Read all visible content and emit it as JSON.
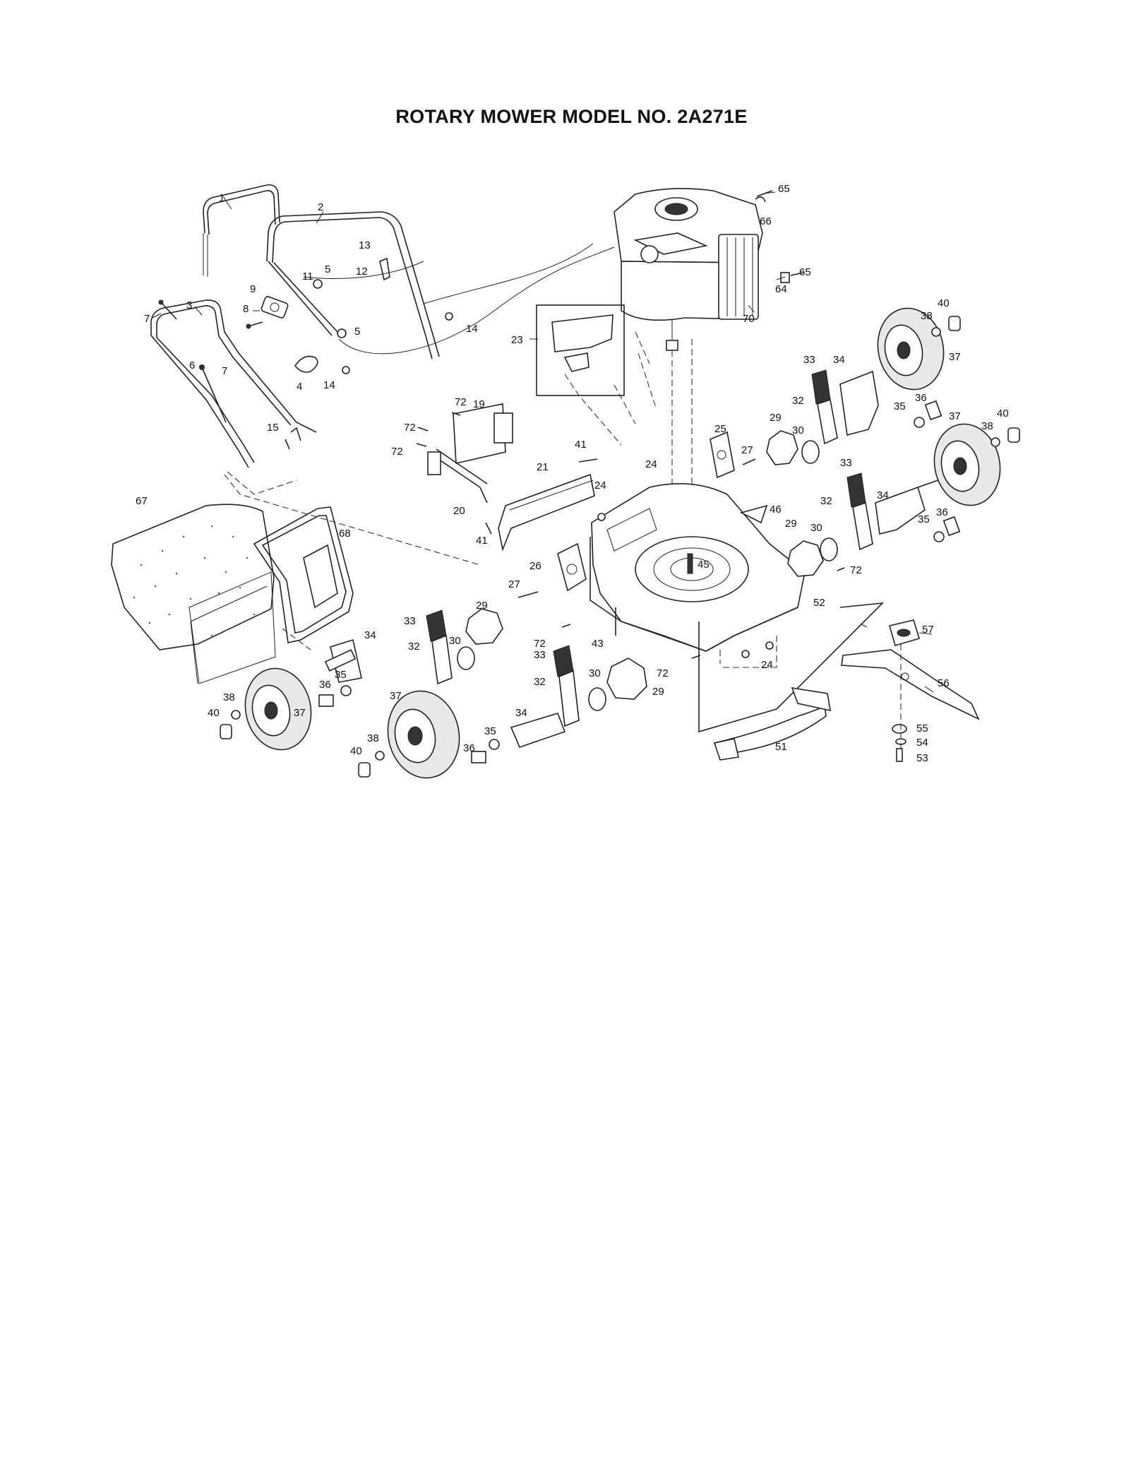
{
  "title": "ROTARY MOWER MODEL NO. 2A271E",
  "callouts": [
    {
      "id": "c1",
      "text": "1"
    },
    {
      "id": "c2",
      "text": "2"
    },
    {
      "id": "c3",
      "text": "3"
    },
    {
      "id": "c4",
      "text": "4"
    },
    {
      "id": "c5a",
      "text": "5"
    },
    {
      "id": "c5b",
      "text": "5"
    },
    {
      "id": "c6",
      "text": "6"
    },
    {
      "id": "c7a",
      "text": "7"
    },
    {
      "id": "c7b",
      "text": "7"
    },
    {
      "id": "c8",
      "text": "8"
    },
    {
      "id": "c9",
      "text": "9"
    },
    {
      "id": "c11",
      "text": "11"
    },
    {
      "id": "c12",
      "text": "12"
    },
    {
      "id": "c13",
      "text": "13"
    },
    {
      "id": "c14a",
      "text": "14"
    },
    {
      "id": "c14b",
      "text": "14"
    },
    {
      "id": "c15",
      "text": "15"
    },
    {
      "id": "c19",
      "text": "19"
    },
    {
      "id": "c20",
      "text": "20"
    },
    {
      "id": "c21",
      "text": "21"
    },
    {
      "id": "c23",
      "text": "23"
    },
    {
      "id": "c24a",
      "text": "24"
    },
    {
      "id": "c24b",
      "text": "24"
    },
    {
      "id": "c24c",
      "text": "24"
    },
    {
      "id": "c25",
      "text": "25"
    },
    {
      "id": "c26",
      "text": "26"
    },
    {
      "id": "c27a",
      "text": "27"
    },
    {
      "id": "c27b",
      "text": "27"
    },
    {
      "id": "c29a",
      "text": "29"
    },
    {
      "id": "c29b",
      "text": "29"
    },
    {
      "id": "c29c",
      "text": "29"
    },
    {
      "id": "c29d",
      "text": "29"
    },
    {
      "id": "c30a",
      "text": "30"
    },
    {
      "id": "c30b",
      "text": "30"
    },
    {
      "id": "c30c",
      "text": "30"
    },
    {
      "id": "c30d",
      "text": "30"
    },
    {
      "id": "c32a",
      "text": "32"
    },
    {
      "id": "c32b",
      "text": "32"
    },
    {
      "id": "c32c",
      "text": "32"
    },
    {
      "id": "c32d",
      "text": "32"
    },
    {
      "id": "c33a",
      "text": "33"
    },
    {
      "id": "c33b",
      "text": "33"
    },
    {
      "id": "c33c",
      "text": "33"
    },
    {
      "id": "c33d",
      "text": "33"
    },
    {
      "id": "c34a",
      "text": "34"
    },
    {
      "id": "c34b",
      "text": "34"
    },
    {
      "id": "c34c",
      "text": "34"
    },
    {
      "id": "c34d",
      "text": "34"
    },
    {
      "id": "c35a",
      "text": "35"
    },
    {
      "id": "c35b",
      "text": "35"
    },
    {
      "id": "c35c",
      "text": "35"
    },
    {
      "id": "c35d",
      "text": "35"
    },
    {
      "id": "c36a",
      "text": "36"
    },
    {
      "id": "c36b",
      "text": "36"
    },
    {
      "id": "c36c",
      "text": "36"
    },
    {
      "id": "c36d",
      "text": "36"
    },
    {
      "id": "c37a",
      "text": "37"
    },
    {
      "id": "c37b",
      "text": "37"
    },
    {
      "id": "c37c",
      "text": "37"
    },
    {
      "id": "c37d",
      "text": "37"
    },
    {
      "id": "c38a",
      "text": "38"
    },
    {
      "id": "c38b",
      "text": "38"
    },
    {
      "id": "c38c",
      "text": "38"
    },
    {
      "id": "c38d",
      "text": "38"
    },
    {
      "id": "c40a",
      "text": "40"
    },
    {
      "id": "c40b",
      "text": "40"
    },
    {
      "id": "c40c",
      "text": "40"
    },
    {
      "id": "c40d",
      "text": "40"
    },
    {
      "id": "c41a",
      "text": "41"
    },
    {
      "id": "c41b",
      "text": "41"
    },
    {
      "id": "c43",
      "text": "43"
    },
    {
      "id": "c45",
      "text": "45"
    },
    {
      "id": "c46",
      "text": "46"
    },
    {
      "id": "c51",
      "text": "51"
    },
    {
      "id": "c52",
      "text": "52"
    },
    {
      "id": "c53",
      "text": "53"
    },
    {
      "id": "c54",
      "text": "54"
    },
    {
      "id": "c55",
      "text": "55"
    },
    {
      "id": "c56",
      "text": "56"
    },
    {
      "id": "c57",
      "text": "57"
    },
    {
      "id": "c64",
      "text": "64"
    },
    {
      "id": "c65a",
      "text": "65"
    },
    {
      "id": "c65b",
      "text": "65"
    },
    {
      "id": "c66",
      "text": "66"
    },
    {
      "id": "c67",
      "text": "67"
    },
    {
      "id": "c68",
      "text": "68"
    },
    {
      "id": "c70",
      "text": "70"
    },
    {
      "id": "c72a",
      "text": "72"
    },
    {
      "id": "c72b",
      "text": "72"
    },
    {
      "id": "c72c",
      "text": "72"
    },
    {
      "id": "c72d",
      "text": "72"
    },
    {
      "id": "c72e",
      "text": "72"
    },
    {
      "id": "c72f",
      "text": "72"
    }
  ]
}
